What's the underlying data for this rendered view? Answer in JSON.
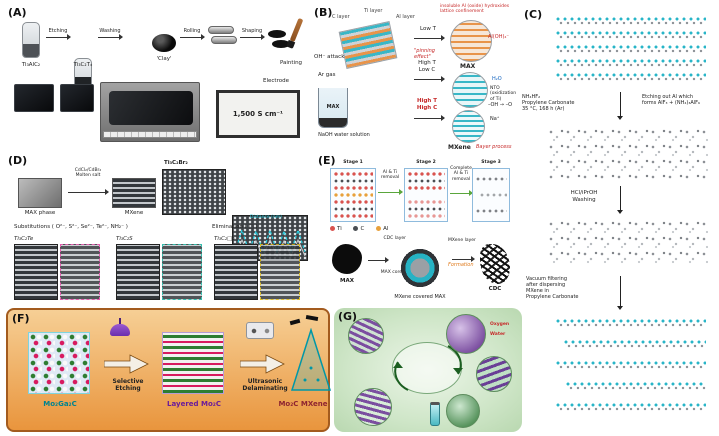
{
  "colors": {
    "red": "#c62828",
    "teal": "#00838f",
    "purple": "#6a1b9a",
    "orange": "#e8944a",
    "green": "#2e7d32"
  },
  "panels": {
    "A": {
      "tag": "(A)",
      "step1": "Etching",
      "step2": "Washing",
      "step3": "Rolling",
      "step4": "Shaping",
      "clay": "'Clay'",
      "painting": "Painting",
      "electrode": "Electrode",
      "mat1": "Ti₃AlC₂",
      "mat2": "Ti₃C₂Tₓ",
      "conductivity": "1,500 S cm⁻¹"
    },
    "B": {
      "tag": "(B)",
      "c_layer": "C layer",
      "ti_layer": "Ti layer",
      "al_layer": "Al layer",
      "oh_attack": "OH⁻ attack",
      "ar_gas": "Ar gas",
      "max_beaker": "MAX",
      "solution": "NaOH water solution",
      "cond1": "Low T",
      "cond2": "High T\nLow C",
      "cond3": "High T\nHigh C",
      "note_top": "insoluble Al (oxide) hydroxides lattice confinement",
      "aloh4": "Al(OH)₄⁻",
      "pinning": "\"pinning effect\"",
      "max1": "MAX",
      "h2o": "H₂O",
      "nto": "NTO (oxidization of Ti)",
      "oh_to_o": "–OH → –O",
      "na": "Na⁺",
      "mxene": "MXene",
      "bayer": "Bayer process"
    },
    "C": {
      "tag": "(C)",
      "step1a": "NH₄HF₂\nPropylene Carbonate\n35 °C, 168 h (Ar)",
      "step1b": "Etching out Al which\nforms AlF₃ + (NH₄)₃AlF₆",
      "step2": "HCl/iPrOH\nWashing",
      "step3": "Vacuum filtering\nafter dispersing\nMXene in\nPropylene Carbonate"
    },
    "D": {
      "tag": "(D)",
      "max_phase": "MAX phase",
      "molten_salt": "CdCl₂/CdBr₂\nMolten salt",
      "mxene": "MXene",
      "stem1": "Ti₃C₂Br₂",
      "axis": "Distance (nm)",
      "substitutions": "Substitutions ( O²⁻, S²⁻, Se²⁻, Te²⁻, NH₂⁻ )",
      "elimination": "Elimination ( □ )",
      "tem1": "Ti₃C₂Te",
      "tem2": "Ti₃C₂S",
      "tem3": "Ti₃C₂□₂"
    },
    "E": {
      "tag": "(E)",
      "stage1": "Stage 1",
      "stage2": "Stage 2",
      "stage3": "Stage 3",
      "arrow1": "Al & Ti\nremoval",
      "arrow2": "Complete\nAl & Ti\nremoval",
      "leg_ti": "Ti",
      "leg_c": "C",
      "leg_al": "Al",
      "max": "MAX",
      "cdc_layer": "CDC layer",
      "mxene_layer": "MXene layer",
      "formation": "Formation",
      "max_core": "MAX core",
      "covered": "MXene covered MAX",
      "cdc": "CDC"
    },
    "F": {
      "tag": "(F)",
      "start": "Mo₂Ga₂C",
      "etch": "Selective\nEtching",
      "mid": "Layered Mo₂C",
      "delam": "Ultrasonic\nDelaminating",
      "end": "Mo₂C MXene"
    },
    "G": {
      "tag": "(G)",
      "oxygen": "Oxygen",
      "water": "Water"
    }
  }
}
